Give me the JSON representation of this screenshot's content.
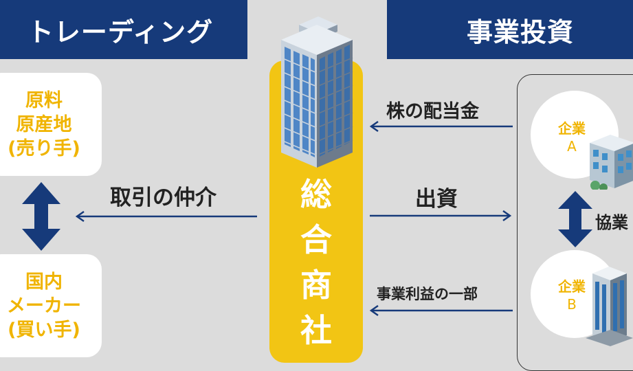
{
  "headers": {
    "trading": "トレーディング",
    "investment": "事業投資"
  },
  "center": {
    "char1": "総",
    "char2": "合",
    "char3": "商",
    "char4": "社"
  },
  "supplier": {
    "line1": "原料",
    "line2": "原産地",
    "line3": "(売り手)"
  },
  "buyer": {
    "line1": "国内",
    "line2": "メーカー",
    "line3": "(買い手)"
  },
  "arrows": {
    "mediation": "取引の仲介",
    "dividend": "株の配当金",
    "investment": "出資",
    "profit_share": "事業利益の一部"
  },
  "companies": {
    "a_line1": "企業",
    "a_line2": "A",
    "b_line1": "企業",
    "b_line2": "B",
    "collaboration": "協業"
  },
  "colors": {
    "navy": "#163a7a",
    "yellow": "#f2c514",
    "gold_text": "#f0b400",
    "background": "#dcdcdc"
  }
}
